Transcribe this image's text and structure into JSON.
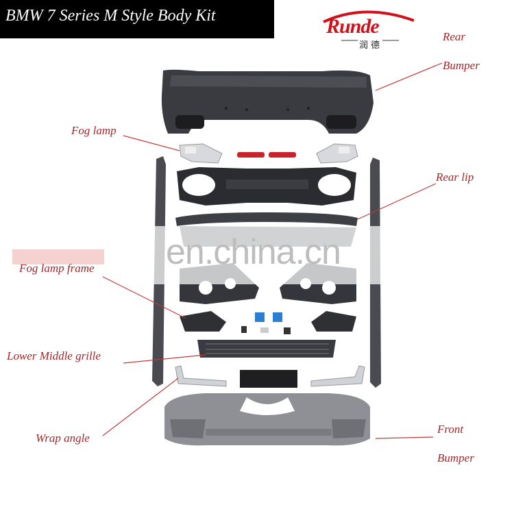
{
  "header": {
    "title": "BMW 7 Series M Style Body Kit"
  },
  "logo": {
    "brand": "Runde",
    "subtitle": "润德"
  },
  "labels": {
    "rear": "Rear",
    "rear_bumper": "Bumper",
    "fog_lamp": "Fog lamp",
    "rear_lip": "Rear lip",
    "fog_lamp_frame": "Fog lamp frame",
    "lower_middle_grille": "Lower Middle grille",
    "wrap_angle": "Wrap angle",
    "front": "Front",
    "front_bumper": "Bumper"
  },
  "watermark": {
    "text": "en.china.cn"
  },
  "colors": {
    "title_bg": "#000000",
    "title_text": "#ffffff",
    "label": "#a0282a",
    "leader_line": "#c0393b",
    "part_dark": "#2f2f33",
    "part_grey": "#8f9096",
    "chrome": "#cfd2d6",
    "accent_red": "#d0101a",
    "accent_blue": "#2a7fd4"
  }
}
